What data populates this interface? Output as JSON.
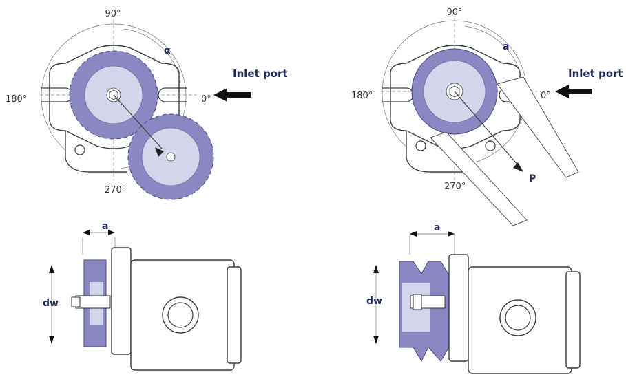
{
  "labels": {
    "angle_90": "90°",
    "angle_180": "180°",
    "angle_0": "0°",
    "angle_270": "270°",
    "inlet_port": "Inlet port",
    "alpha": "α",
    "dim_a": "a",
    "dim_dw": "dw",
    "force_p": "P"
  },
  "colors": {
    "gear_fill": "#8a87c2",
    "gear_light": "#d4d5ea",
    "label_blue": "#1f2a5c"
  }
}
